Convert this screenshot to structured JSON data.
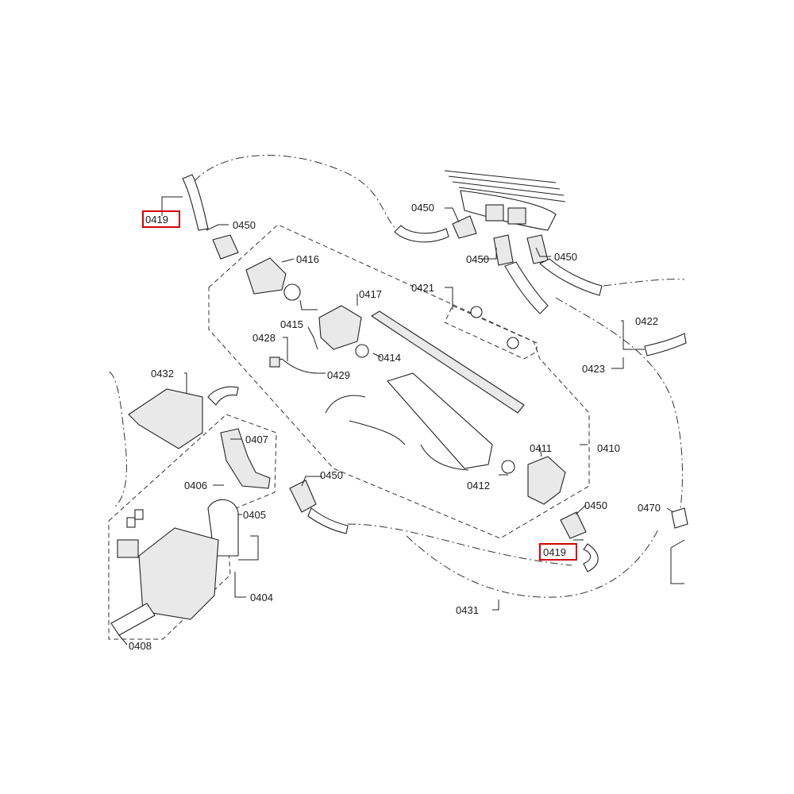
{
  "diagram": {
    "highlight_color": "#d40000",
    "labels": {
      "p0419a": "0419",
      "p0419b": "0419",
      "p0450a": "0450",
      "p0450b": "0450",
      "p0450c": "0450",
      "p0450d": "0450",
      "p0450e": "0450",
      "p0450f": "0450",
      "p0416": "0416",
      "p0417": "0417",
      "p0421": "0421",
      "p0415": "0415",
      "p0428": "0428",
      "p0414": "0414",
      "p0429": "0429",
      "p0422": "0422",
      "p0423": "0423",
      "p0432": "0432",
      "p0407": "0407",
      "p0406": "0406",
      "p0405": "0405",
      "p0404": "0404",
      "p0408": "0408",
      "p0410": "0410",
      "p0411": "0411",
      "p0412": "0412",
      "p0470": "0470",
      "p0431": "0431"
    }
  }
}
